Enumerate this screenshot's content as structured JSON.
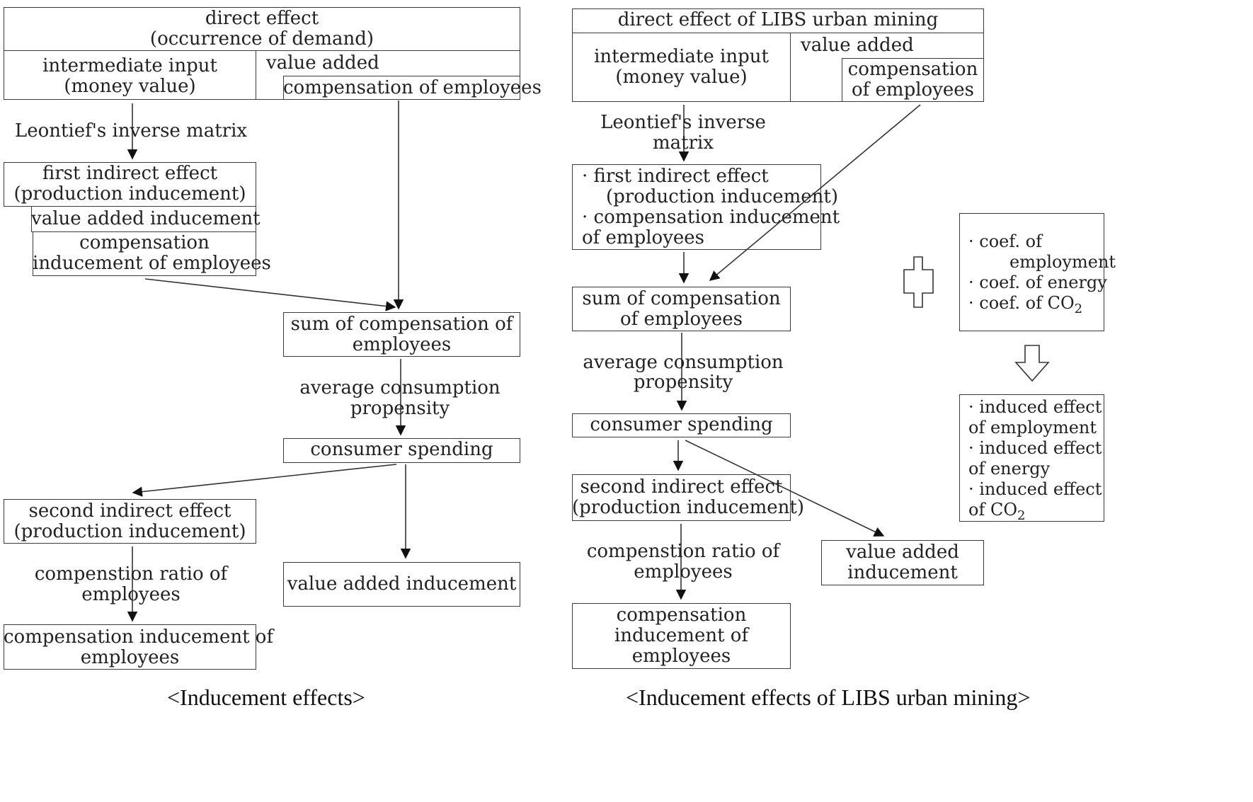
{
  "left": {
    "direct": {
      "line1": "direct effect",
      "line2": "(occurrence of demand)"
    },
    "intermediate": {
      "line1": "intermediate input",
      "line2": "(money value)"
    },
    "value_added": "value added",
    "compensation": "compensation of employees",
    "leontief": "Leontief's inverse matrix",
    "first_indirect": {
      "line1": "first indirect effect",
      "line2": "(production inducement)"
    },
    "value_added_inducement": "value added inducement",
    "compensation_inducement": {
      "line1": "compensation",
      "line2": "inducement of employees"
    },
    "sum_compensation": {
      "line1": "sum of compensation of",
      "line2": "employees"
    },
    "avg_consumption": {
      "line1": "average consumption",
      "line2": "propensity"
    },
    "consumer_spending": "consumer spending",
    "second_indirect": {
      "line1": "second indirect effect",
      "line2": "(production inducement)"
    },
    "compensation_ratio": {
      "line1": "compenstion ratio of",
      "line2": "employees"
    },
    "value_added_inducement_2": "value added inducement",
    "compensation_inducement_2": {
      "line1": "compensation inducement of",
      "line2": "employees"
    },
    "caption": "<Inducement effects>"
  },
  "right": {
    "direct": "direct effect of LIBS urban mining",
    "intermediate": {
      "line1": "intermediate input",
      "line2": "(money value)"
    },
    "value_added": "value added",
    "compensation": {
      "line1": "compensation",
      "line2": "of employees"
    },
    "leontief": {
      "line1": "Leontief's inverse",
      "line2": "matrix"
    },
    "first_indirect": {
      "line1": "· first indirect effect",
      "line2": "(production inducement)",
      "line3": "· compensation inducement",
      "line4": "of employees"
    },
    "sum_compensation": {
      "line1": "sum of compensation",
      "line2": "of employees"
    },
    "avg_consumption": {
      "line1": "average consumption",
      "line2": "propensity"
    },
    "consumer_spending": "consumer spending",
    "second_indirect": {
      "line1": "second indirect effect",
      "line2": "(production inducement)"
    },
    "value_added_inducement": {
      "line1": "value added",
      "line2": "inducement"
    },
    "compensation_ratio": {
      "line1": "compenstion ratio of",
      "line2": "employees"
    },
    "compensation_inducement": {
      "line1": "compensation",
      "line2": "inducement of",
      "line3": "employees"
    },
    "coefficients": {
      "line1": "· coef. of",
      "line2": "employment",
      "line3": "· coef. of energy",
      "line4": "· coef. of CO",
      "line4_sub": "2"
    },
    "induced": {
      "line1": "· induced effect",
      "line2": "of employment",
      "line3": "· induced effect",
      "line4": "of energy",
      "line5": "· induced effect",
      "line6": "of CO",
      "line6_sub": "2"
    },
    "caption": "<Inducement effects of LIBS urban mining>"
  }
}
